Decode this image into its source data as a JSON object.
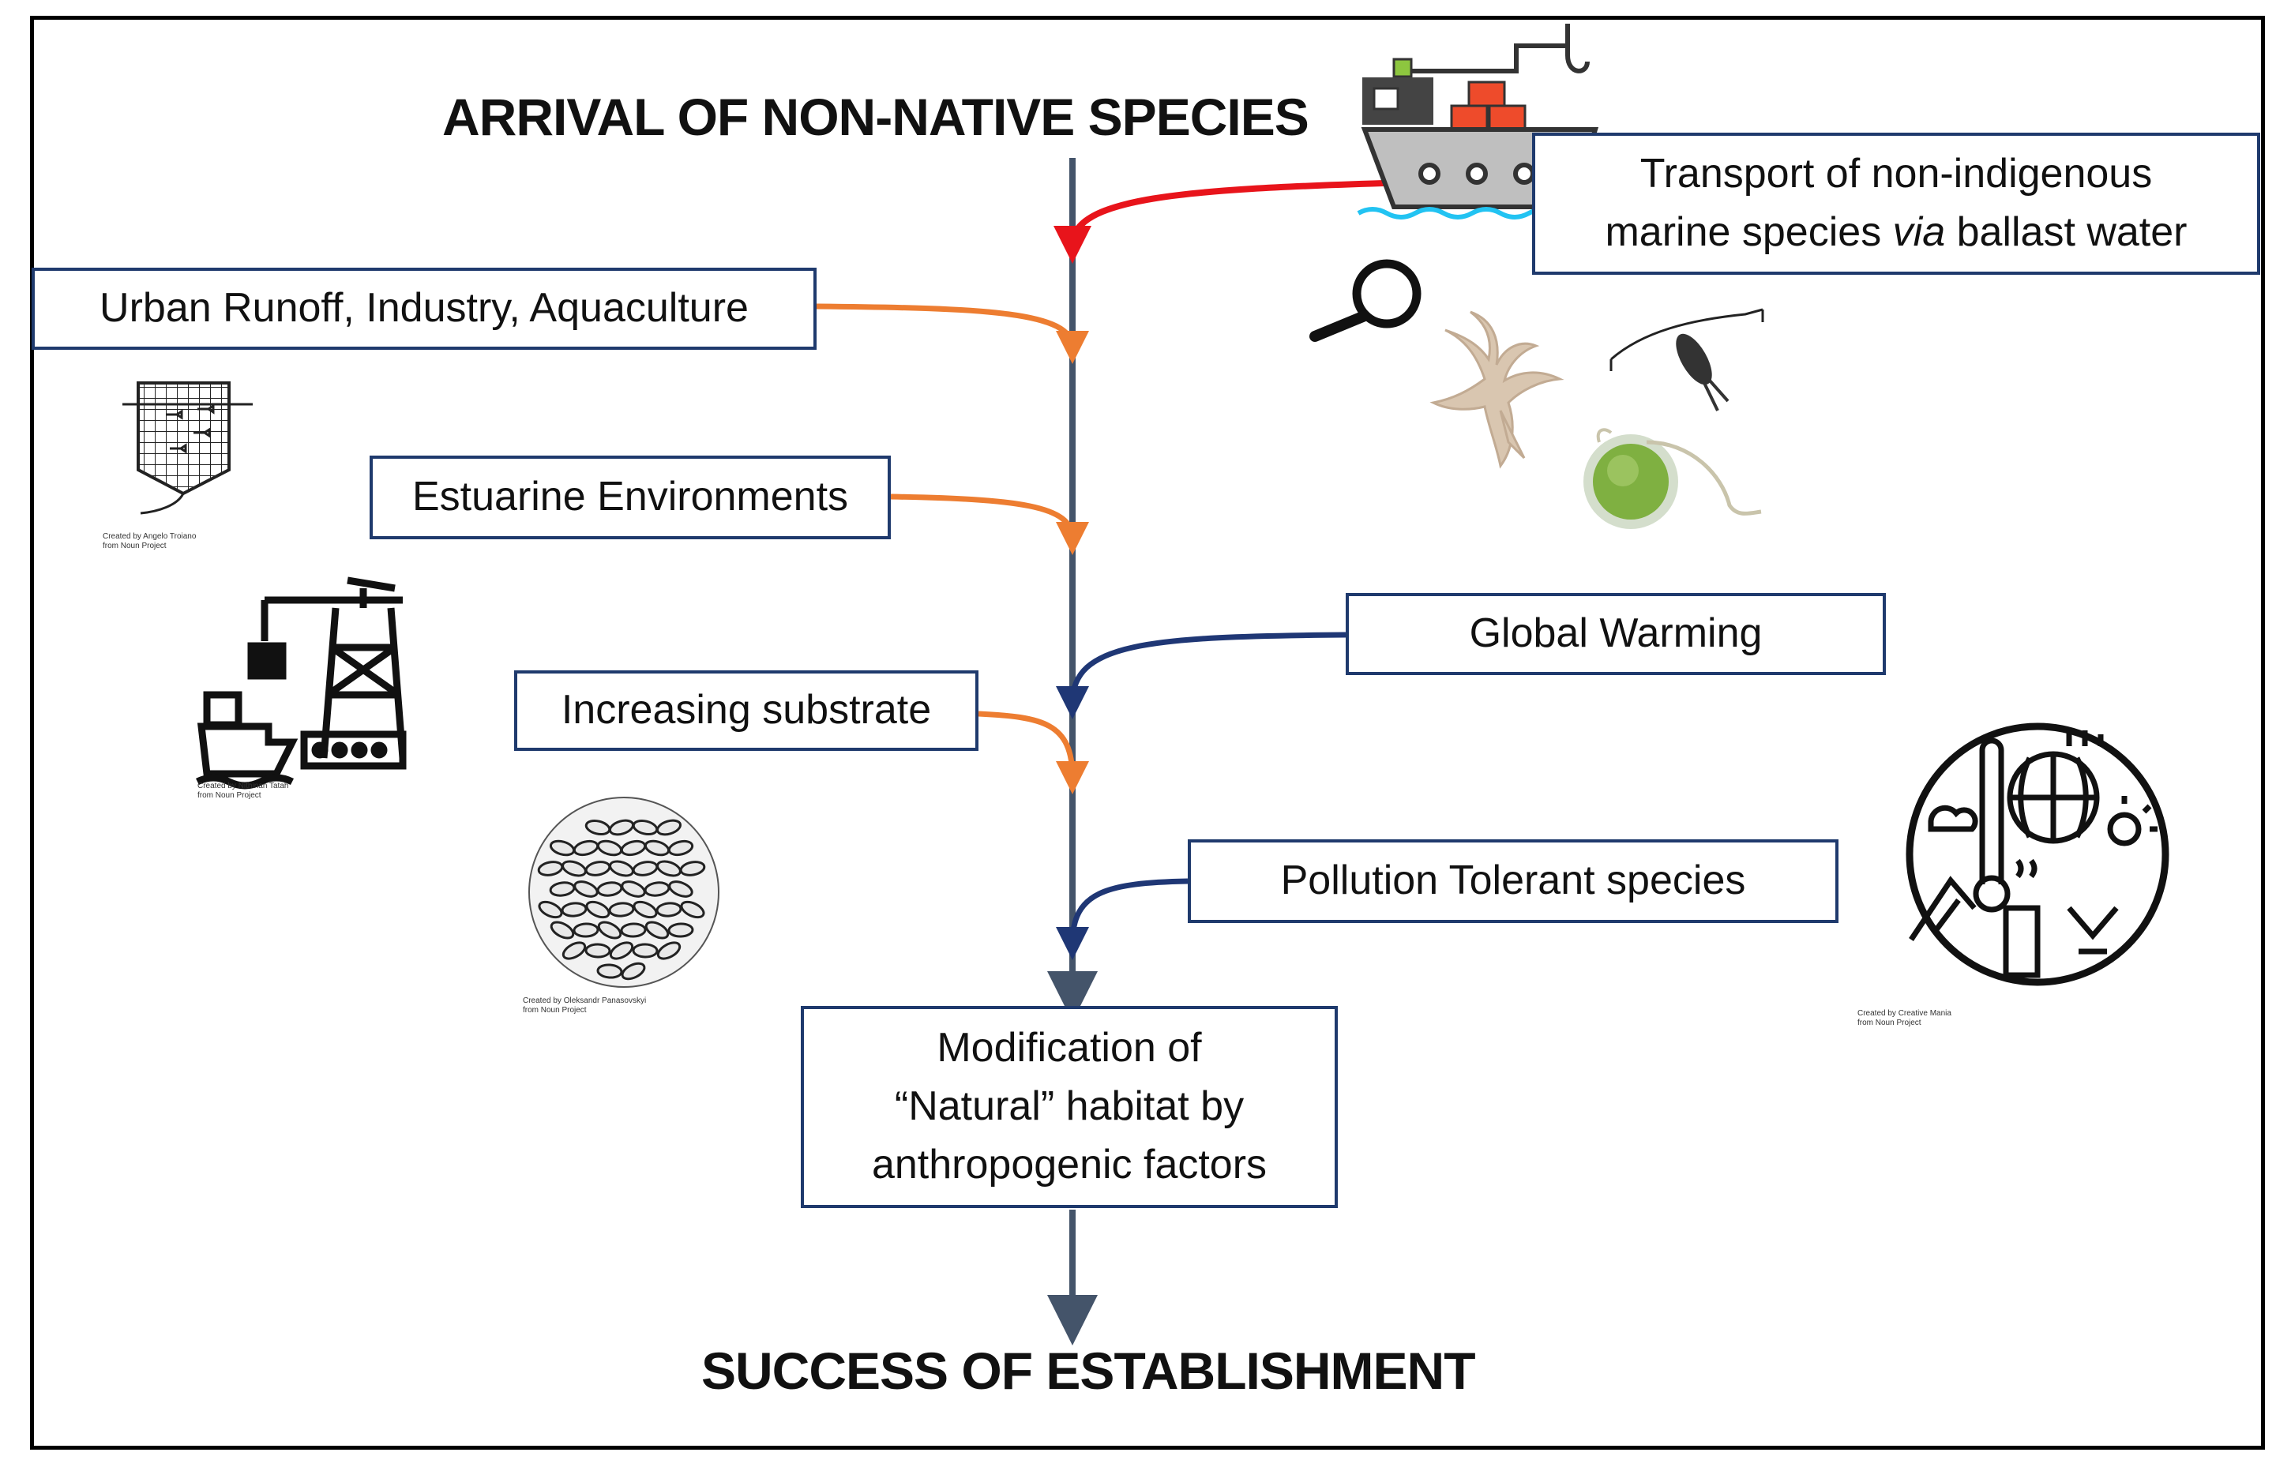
{
  "titles": {
    "top": "ARRIVAL OF NON-NATIVE SPECIES",
    "bottom": "SUCCESS OF ESTABLISHMENT"
  },
  "boxes": {
    "ballast": {
      "line1": "Transport of non-indigenous",
      "line2_pre": "marine species ",
      "line2_em": "via",
      "line2_post": " ballast water"
    },
    "urban": "Urban Runoff, Industry, Aquaculture",
    "estuarine": "Estuarine Environments",
    "warming": "Global Warming",
    "substrate": "Increasing substrate",
    "pollution": "Pollution Tolerant species",
    "modification": {
      "line1": "Modification of",
      "line2": "“Natural” habitat by",
      "line3": "anthropogenic factors"
    }
  },
  "credits": {
    "aquaculture": {
      "line1": "Created by Angelo Troiano",
      "line2": "from Noun Project"
    },
    "industry": {
      "line1": "Created by Nithinan Tatah",
      "line2": "from Noun Project"
    },
    "substrate": {
      "line1": "Created by Oleksandr Panasovskyi",
      "line2": "from Noun Project"
    },
    "pollution": {
      "line1": "Created by Creative Mania",
      "line2": "from Noun Project"
    }
  },
  "colors": {
    "axis": "#44546a",
    "ballast_arrow": "#e8141b",
    "orange_arrow": "#ed7d31",
    "navy_arrow": "#1f3775",
    "box_border": "#1f3a6d"
  },
  "icons": [
    "ship-icon",
    "magnifier-icon",
    "larva-icon",
    "copepod-icon",
    "algae-cell-icon",
    "aquaculture-cage-icon",
    "offshore-rig-icon",
    "mussel-bed-icon",
    "pollution-climate-icon"
  ]
}
